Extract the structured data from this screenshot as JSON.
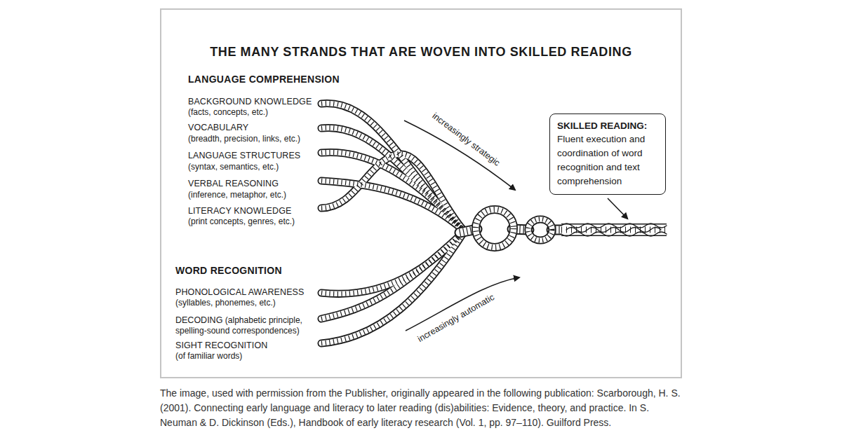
{
  "diagram": {
    "title": "THE MANY STRANDS THAT ARE WOVEN INTO SKILLED READING",
    "caption": "The image, used with permission from the Publisher, originally appeared in the following publication: Scarborough, H. S. (2001). Connecting early language and literacy to later reading (dis)abilities: Evidence, theory, and practice. In S. Neuman & D. Dickinson (Eds.), Handbook of early literacy research (Vol. 1, pp. 97–110). Guilford Press.",
    "nodes": [
      {
        "text": [
          "SKILLED READING:",
          "Fluent execution and coordination of word recognition and text comprehension"
        ]
      }
    ],
    "labels": [
      "LANGUAGE COMPREHENSION",
      "BACKGROUND KNOWLEDGE",
      "(facts, concepts, etc.)",
      "VOCABULARY",
      "(breadth, precision, links, etc.)",
      "LANGUAGE STRUCTURES",
      "(syntax, semantics, etc.)",
      "VERBAL REASONING",
      "(inference, metaphor, etc.)",
      "LITERACY KNOWLEDGE",
      "(print concepts, genres, etc.)",
      "WORD RECOGNITION",
      "PHONOLOGICAL AWARENESS",
      "(syllables, phonemes, etc.)",
      "DECODING",
      "(alphabetic principle, spelling-sound correspondences)",
      "SIGHT RECOGNITION",
      "(of familiar words)",
      "increasingly strategic",
      "increasingly automatic"
    ]
  }
}
